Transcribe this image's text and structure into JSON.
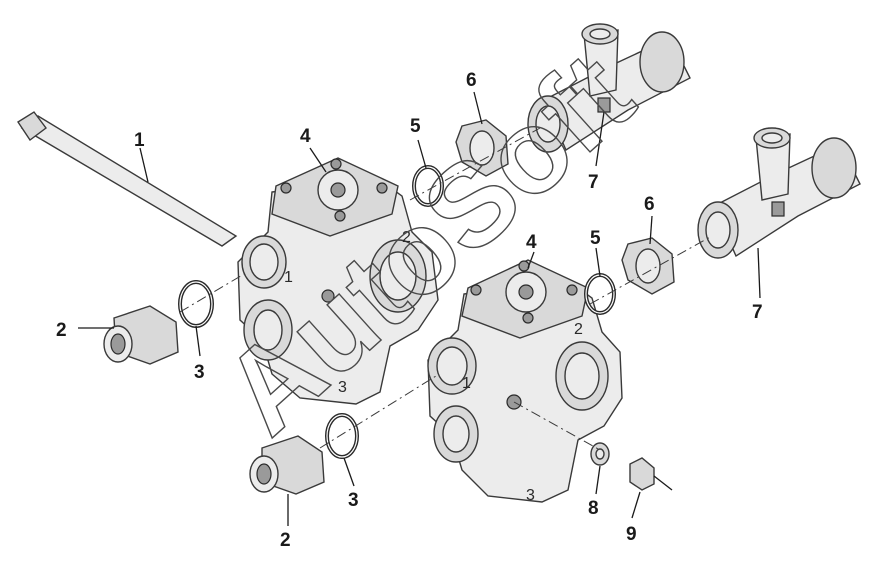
{
  "watermark": "AutoSoft",
  "callouts": [
    "1",
    "2",
    "3",
    "4",
    "5",
    "6",
    "7",
    "2",
    "3",
    "4",
    "5",
    "6",
    "7",
    "8",
    "9"
  ],
  "body_marks": [
    "1",
    "2",
    "3",
    "1",
    "2",
    "3"
  ]
}
